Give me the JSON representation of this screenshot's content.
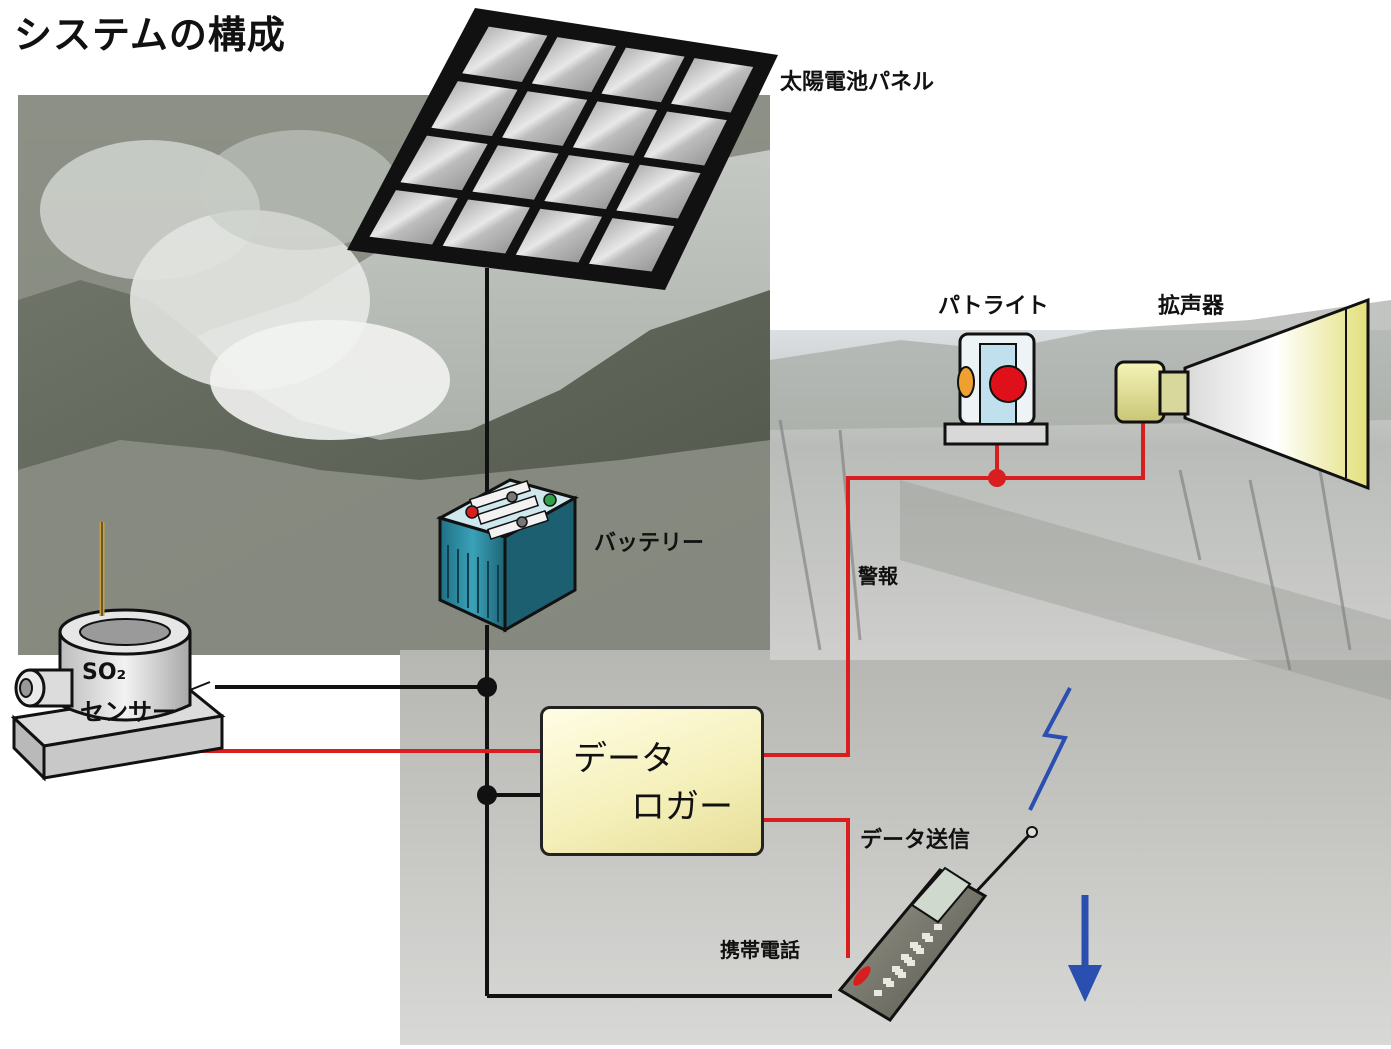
{
  "title": "システムの構成",
  "labels": {
    "solar_panel": "太陽電池パネル",
    "battery": "バッテリー",
    "patlite": "パトライト",
    "speaker": "拡声器",
    "alarm": "警報",
    "data_send": "データ送信",
    "phone": "携帯電話",
    "data_logger_line1": "データ",
    "data_logger_line2": "ロガー",
    "so2": "SO₂",
    "sensor": "センサー"
  },
  "colors": {
    "signal_line": "#d81e1e",
    "power_line": "#111111",
    "logger_fill": "#f6f1c0",
    "battery_body": "#2f8aa0",
    "arrow": "#2a4fb0"
  }
}
